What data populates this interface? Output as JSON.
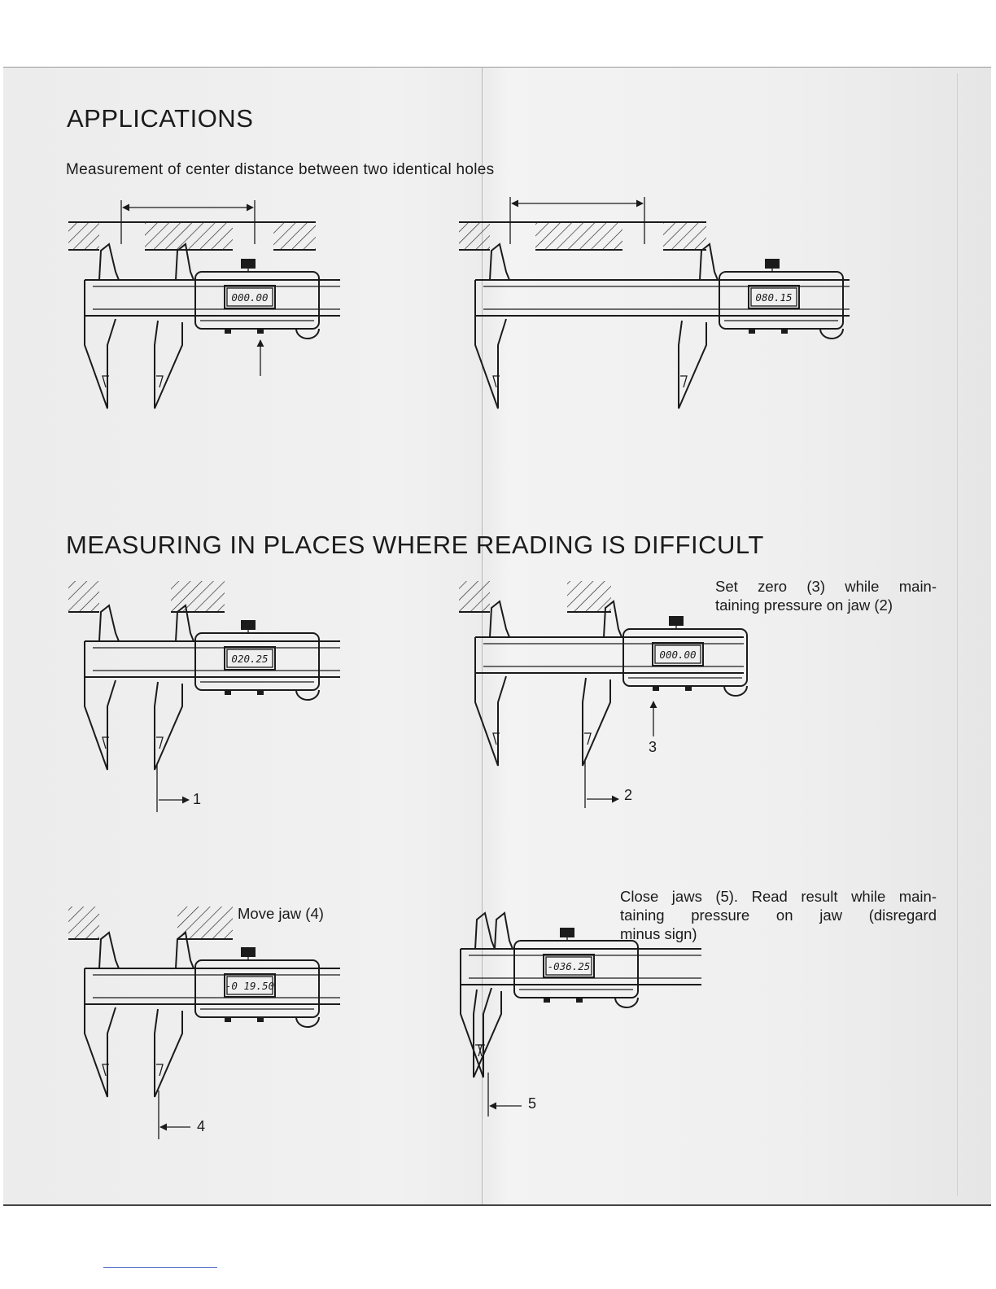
{
  "applications": {
    "title": "APPLICATIONS",
    "subtitle": "Measurement of center distance between two identical holes",
    "readings": [
      "000.00",
      "080.15"
    ]
  },
  "difficult": {
    "title": "MEASURING IN PLACES WHERE READING IS DIFFICULT",
    "note_zero": [
      "Set zero (3) while main-",
      "taining pressure on jaw (2)"
    ],
    "note_move": "Move jaw (4)",
    "note_close": [
      "Close jaws (5). Read result while main-",
      "taining pressure on jaw (disregard",
      "minus sign)"
    ],
    "readings": [
      "020.25",
      "000.00",
      "-0 19.50",
      "-036.25"
    ],
    "callouts": [
      "1",
      "2",
      "3",
      "4",
      "5"
    ]
  },
  "icons": [
    "digital-caliper-icon",
    "hatched-workpiece-icon",
    "pointer-arrow-icon",
    "dimension-arrow-icon"
  ]
}
